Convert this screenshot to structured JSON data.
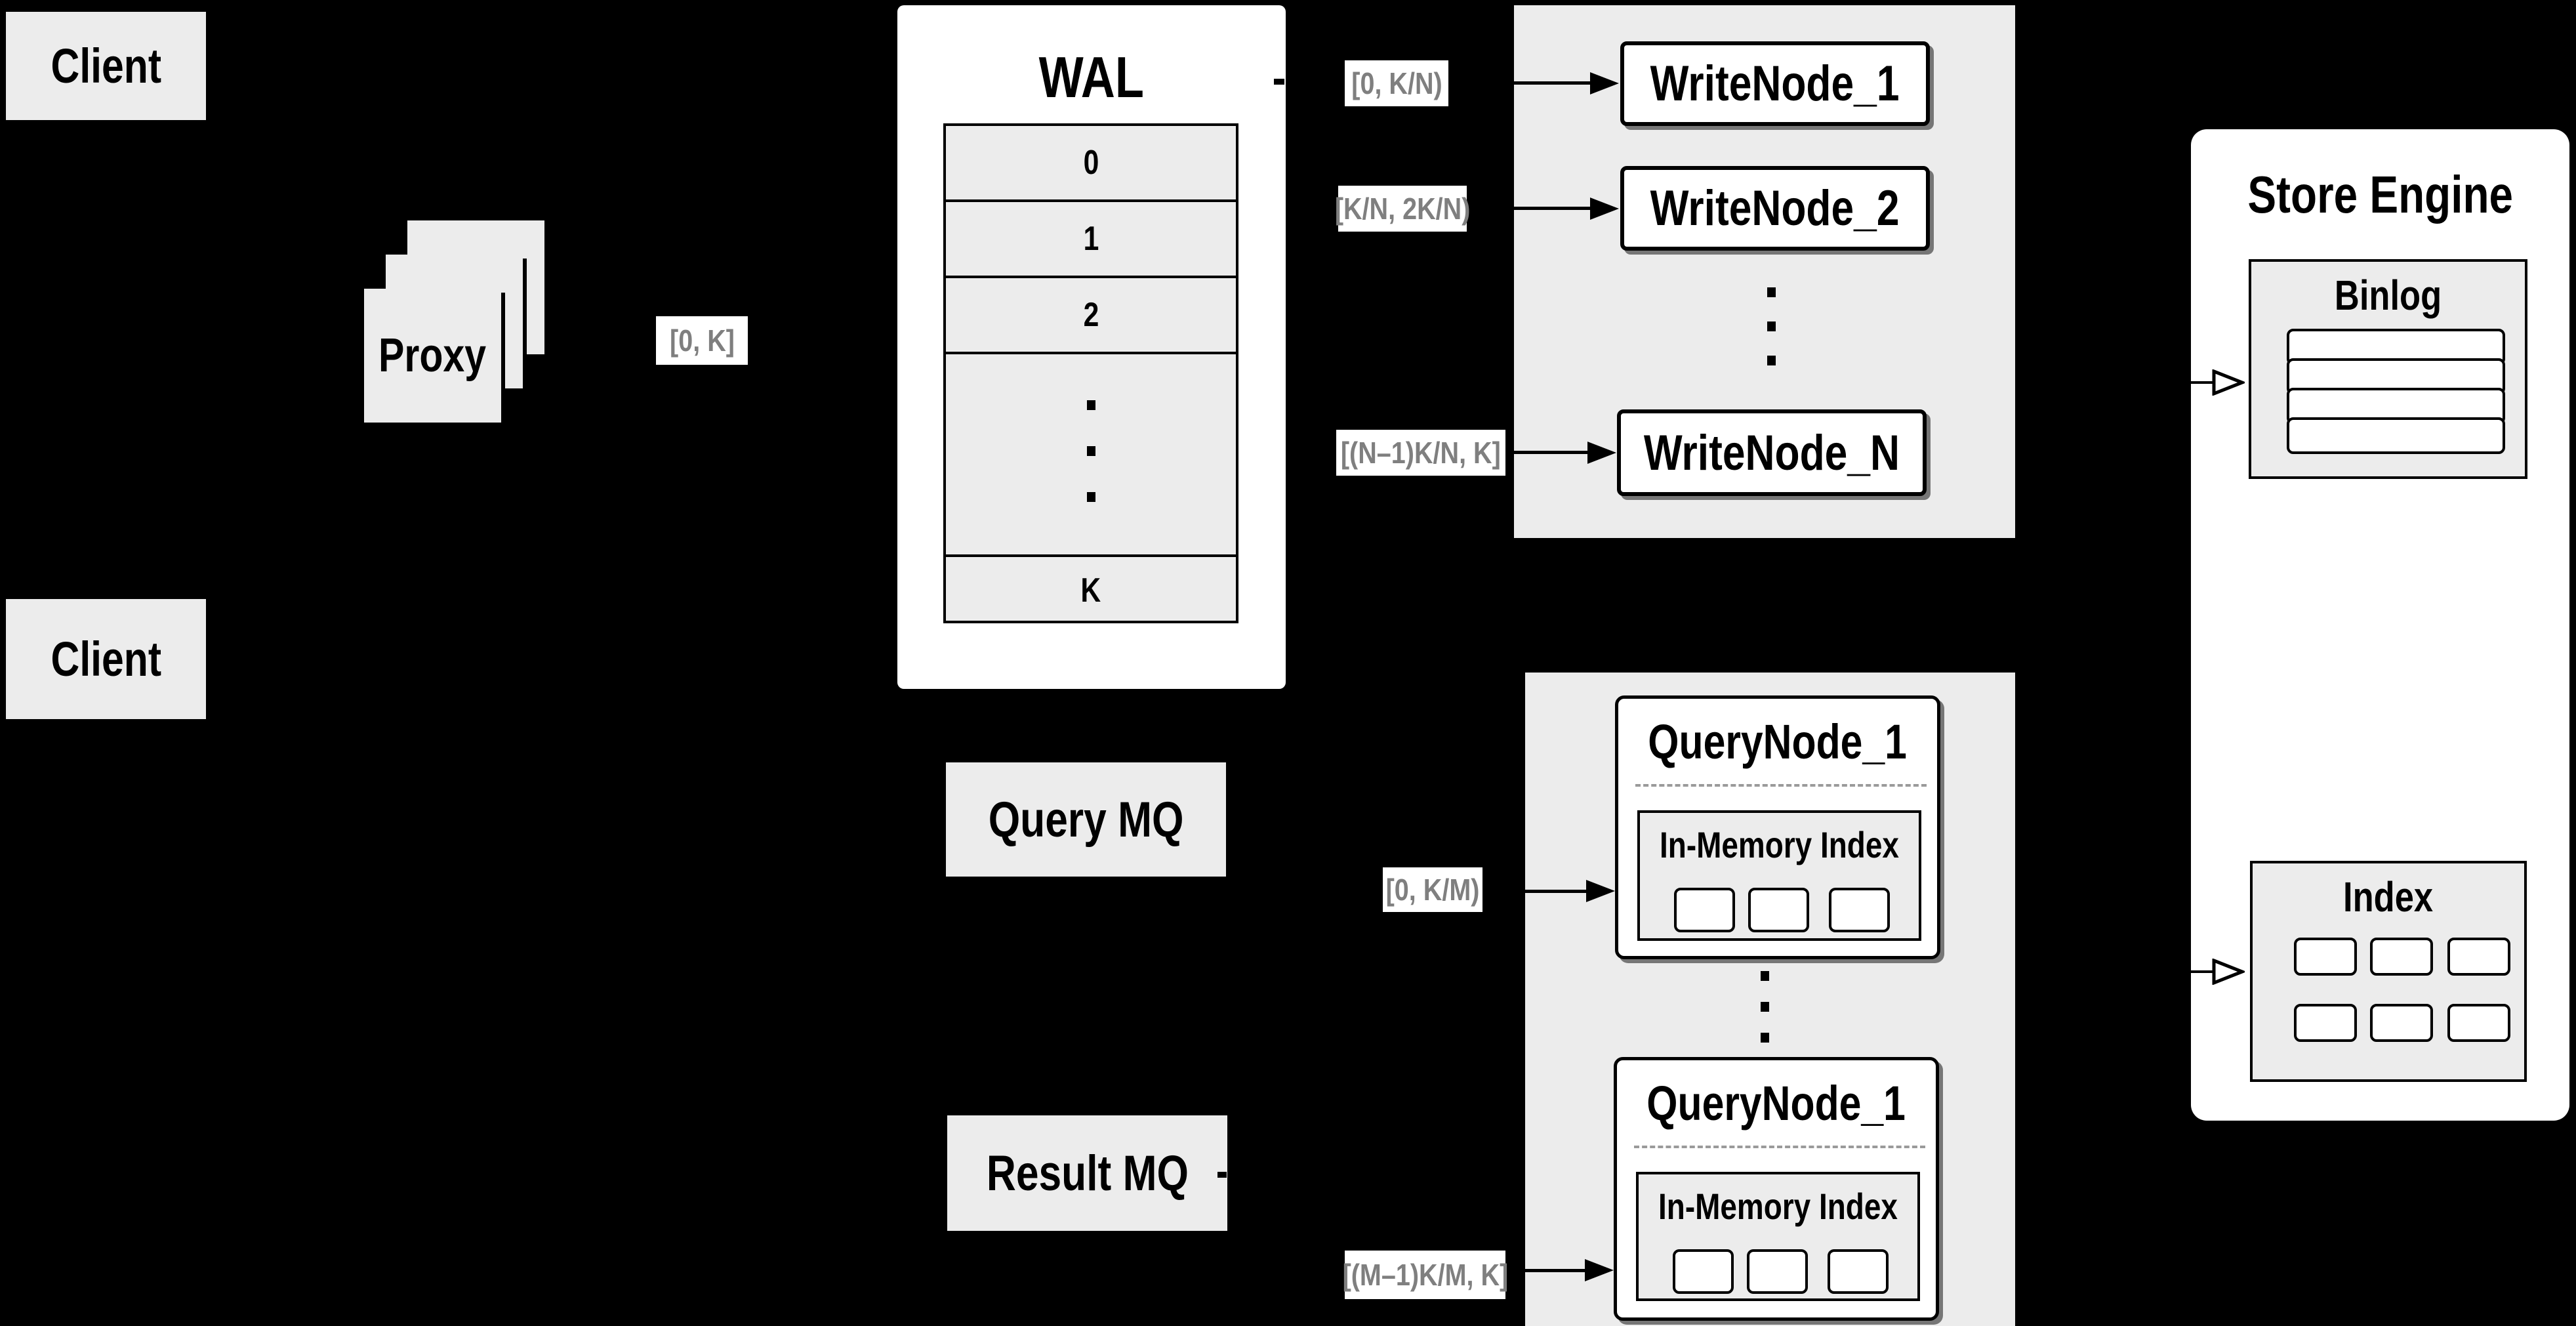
{
  "colors": {
    "background": "#000000",
    "box_fill": "#ececec",
    "node_fill": "#ffffff",
    "border": "#000000",
    "range_text": "#7f7f7f",
    "dashed_line": "#9a9a9a"
  },
  "clients": {
    "top": "Client",
    "bottom": "Client"
  },
  "proxy": {
    "label": "Proxy",
    "range": "[0, K]"
  },
  "wal": {
    "title": "WAL",
    "rows": [
      "0",
      "1",
      "2"
    ],
    "last_row": "K"
  },
  "write_section": {
    "nodes": [
      "WriteNode_1",
      "WriteNode_2",
      "WriteNode_N"
    ],
    "ranges": [
      "[0,  K/N)",
      "[K/N, 2K/N)",
      "[(N–1)K/N,  K]"
    ]
  },
  "mq": {
    "query": "Query MQ",
    "result": "Result MQ"
  },
  "query_section": {
    "nodes": [
      {
        "title": "QueryNode_1",
        "inner": "In-Memory Index"
      },
      {
        "title": "QueryNode_1",
        "inner": "In-Memory Index"
      }
    ],
    "ranges": [
      "[0, K/M)",
      "[(M–1)K/M, K]"
    ]
  },
  "store": {
    "title": "Store Engine",
    "binlog": "Binlog",
    "index": "Index"
  }
}
